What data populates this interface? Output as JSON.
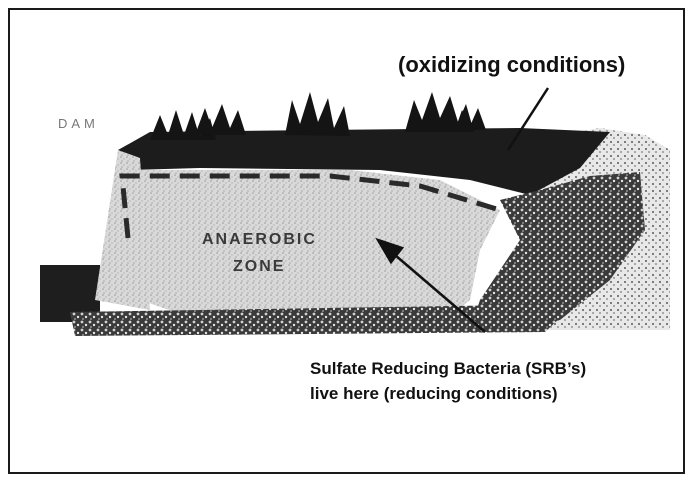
{
  "labels": {
    "oxidizing": "(oxidizing conditions)",
    "dam": "DAM",
    "zone_line1": "ANAEROBIC",
    "zone_line2": "ZONE",
    "srb_line1": "Sulfate Reducing Bacteria (SRB’s)",
    "srb_line2": "live here (reducing conditions)"
  },
  "colors": {
    "ink": "#111111",
    "sediment": "#9e9e9e",
    "anaerobic_fill": "#e4e4e4",
    "dark_layer": "#1c1c1c",
    "gravel": "#cfcfcf"
  }
}
